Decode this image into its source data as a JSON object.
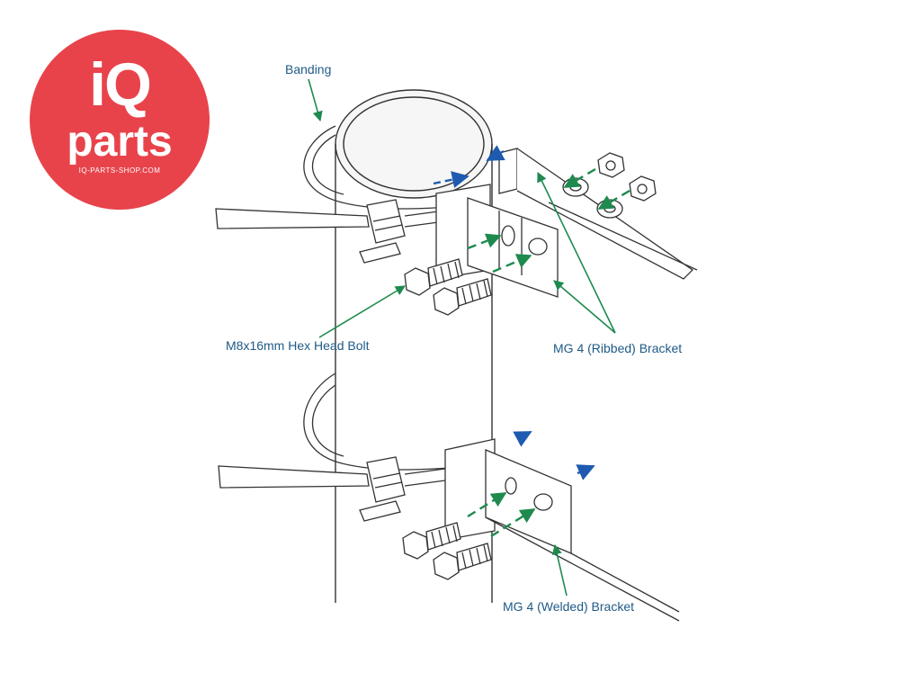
{
  "logo": {
    "brand_line1": "iQ",
    "brand_line2": "parts",
    "url": "IQ-PARTS-SHOP.COM",
    "color": "#e8434b"
  },
  "labels": {
    "banding": "Banding",
    "bolt": "M8x16mm Hex Head Bolt",
    "ribbed_bracket": "MG 4 (Ribbed) Bracket",
    "welded_bracket": "MG 4 (Welded) Bracket"
  },
  "colors": {
    "label_text": "#1f5a86",
    "leader_green": "#1e8a4e",
    "direction_blue": "#1e5bb0",
    "line": "#333333"
  }
}
